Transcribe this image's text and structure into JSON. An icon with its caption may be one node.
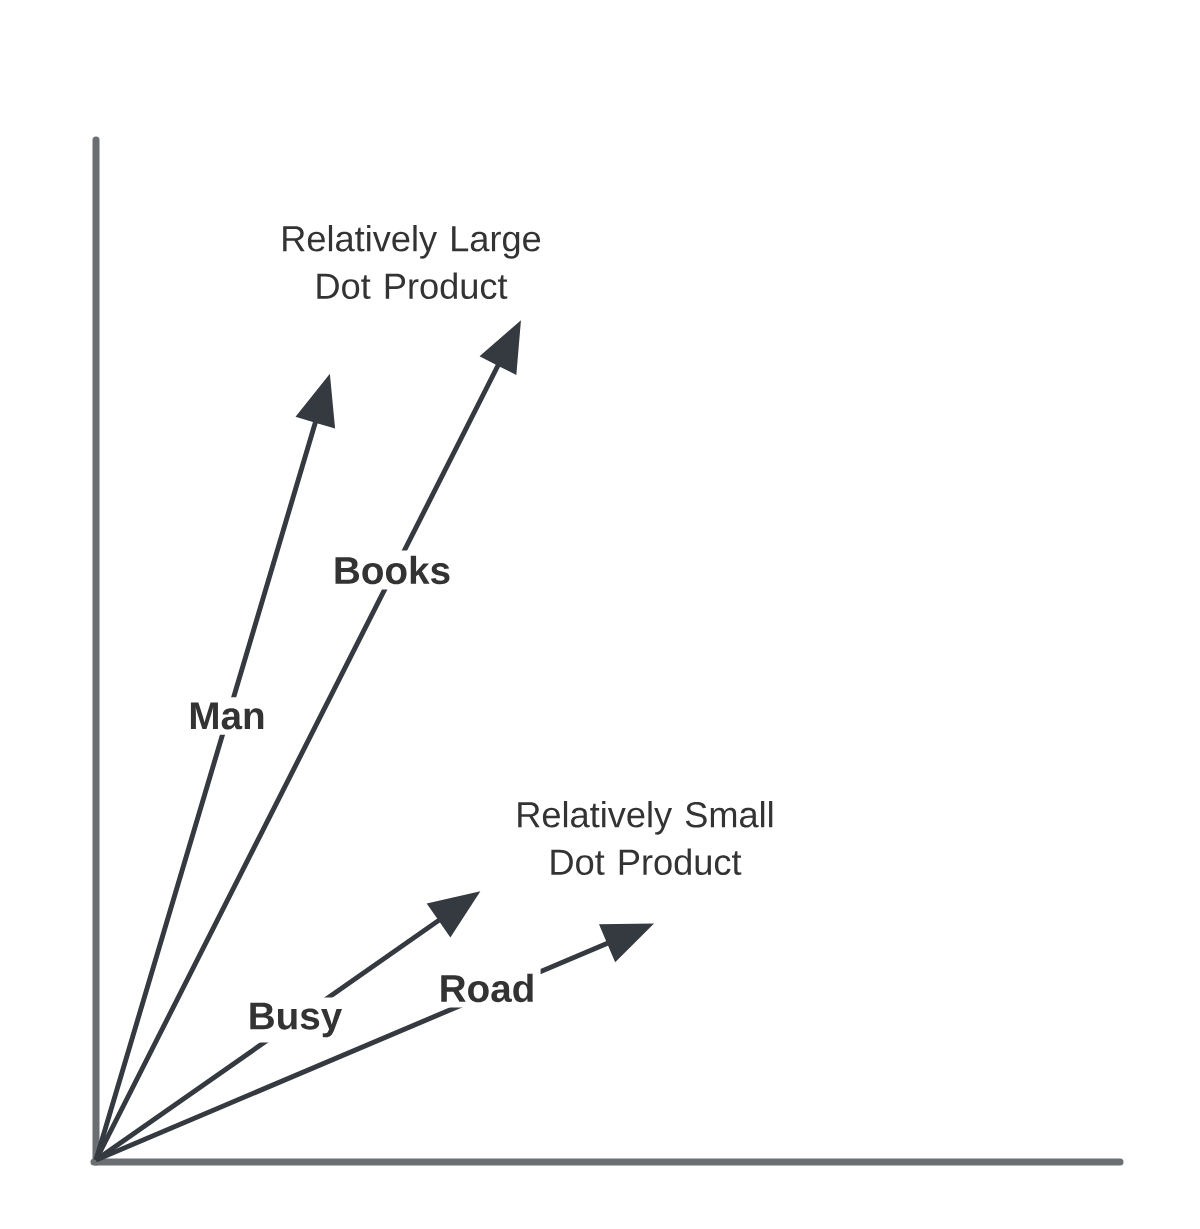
{
  "diagram": {
    "labels": [
      "Relatively Large Dot Product",
      "Man",
      "Books",
      "Relatively Small Dot Product",
      "Busy",
      "Road"
    ]
  }
}
